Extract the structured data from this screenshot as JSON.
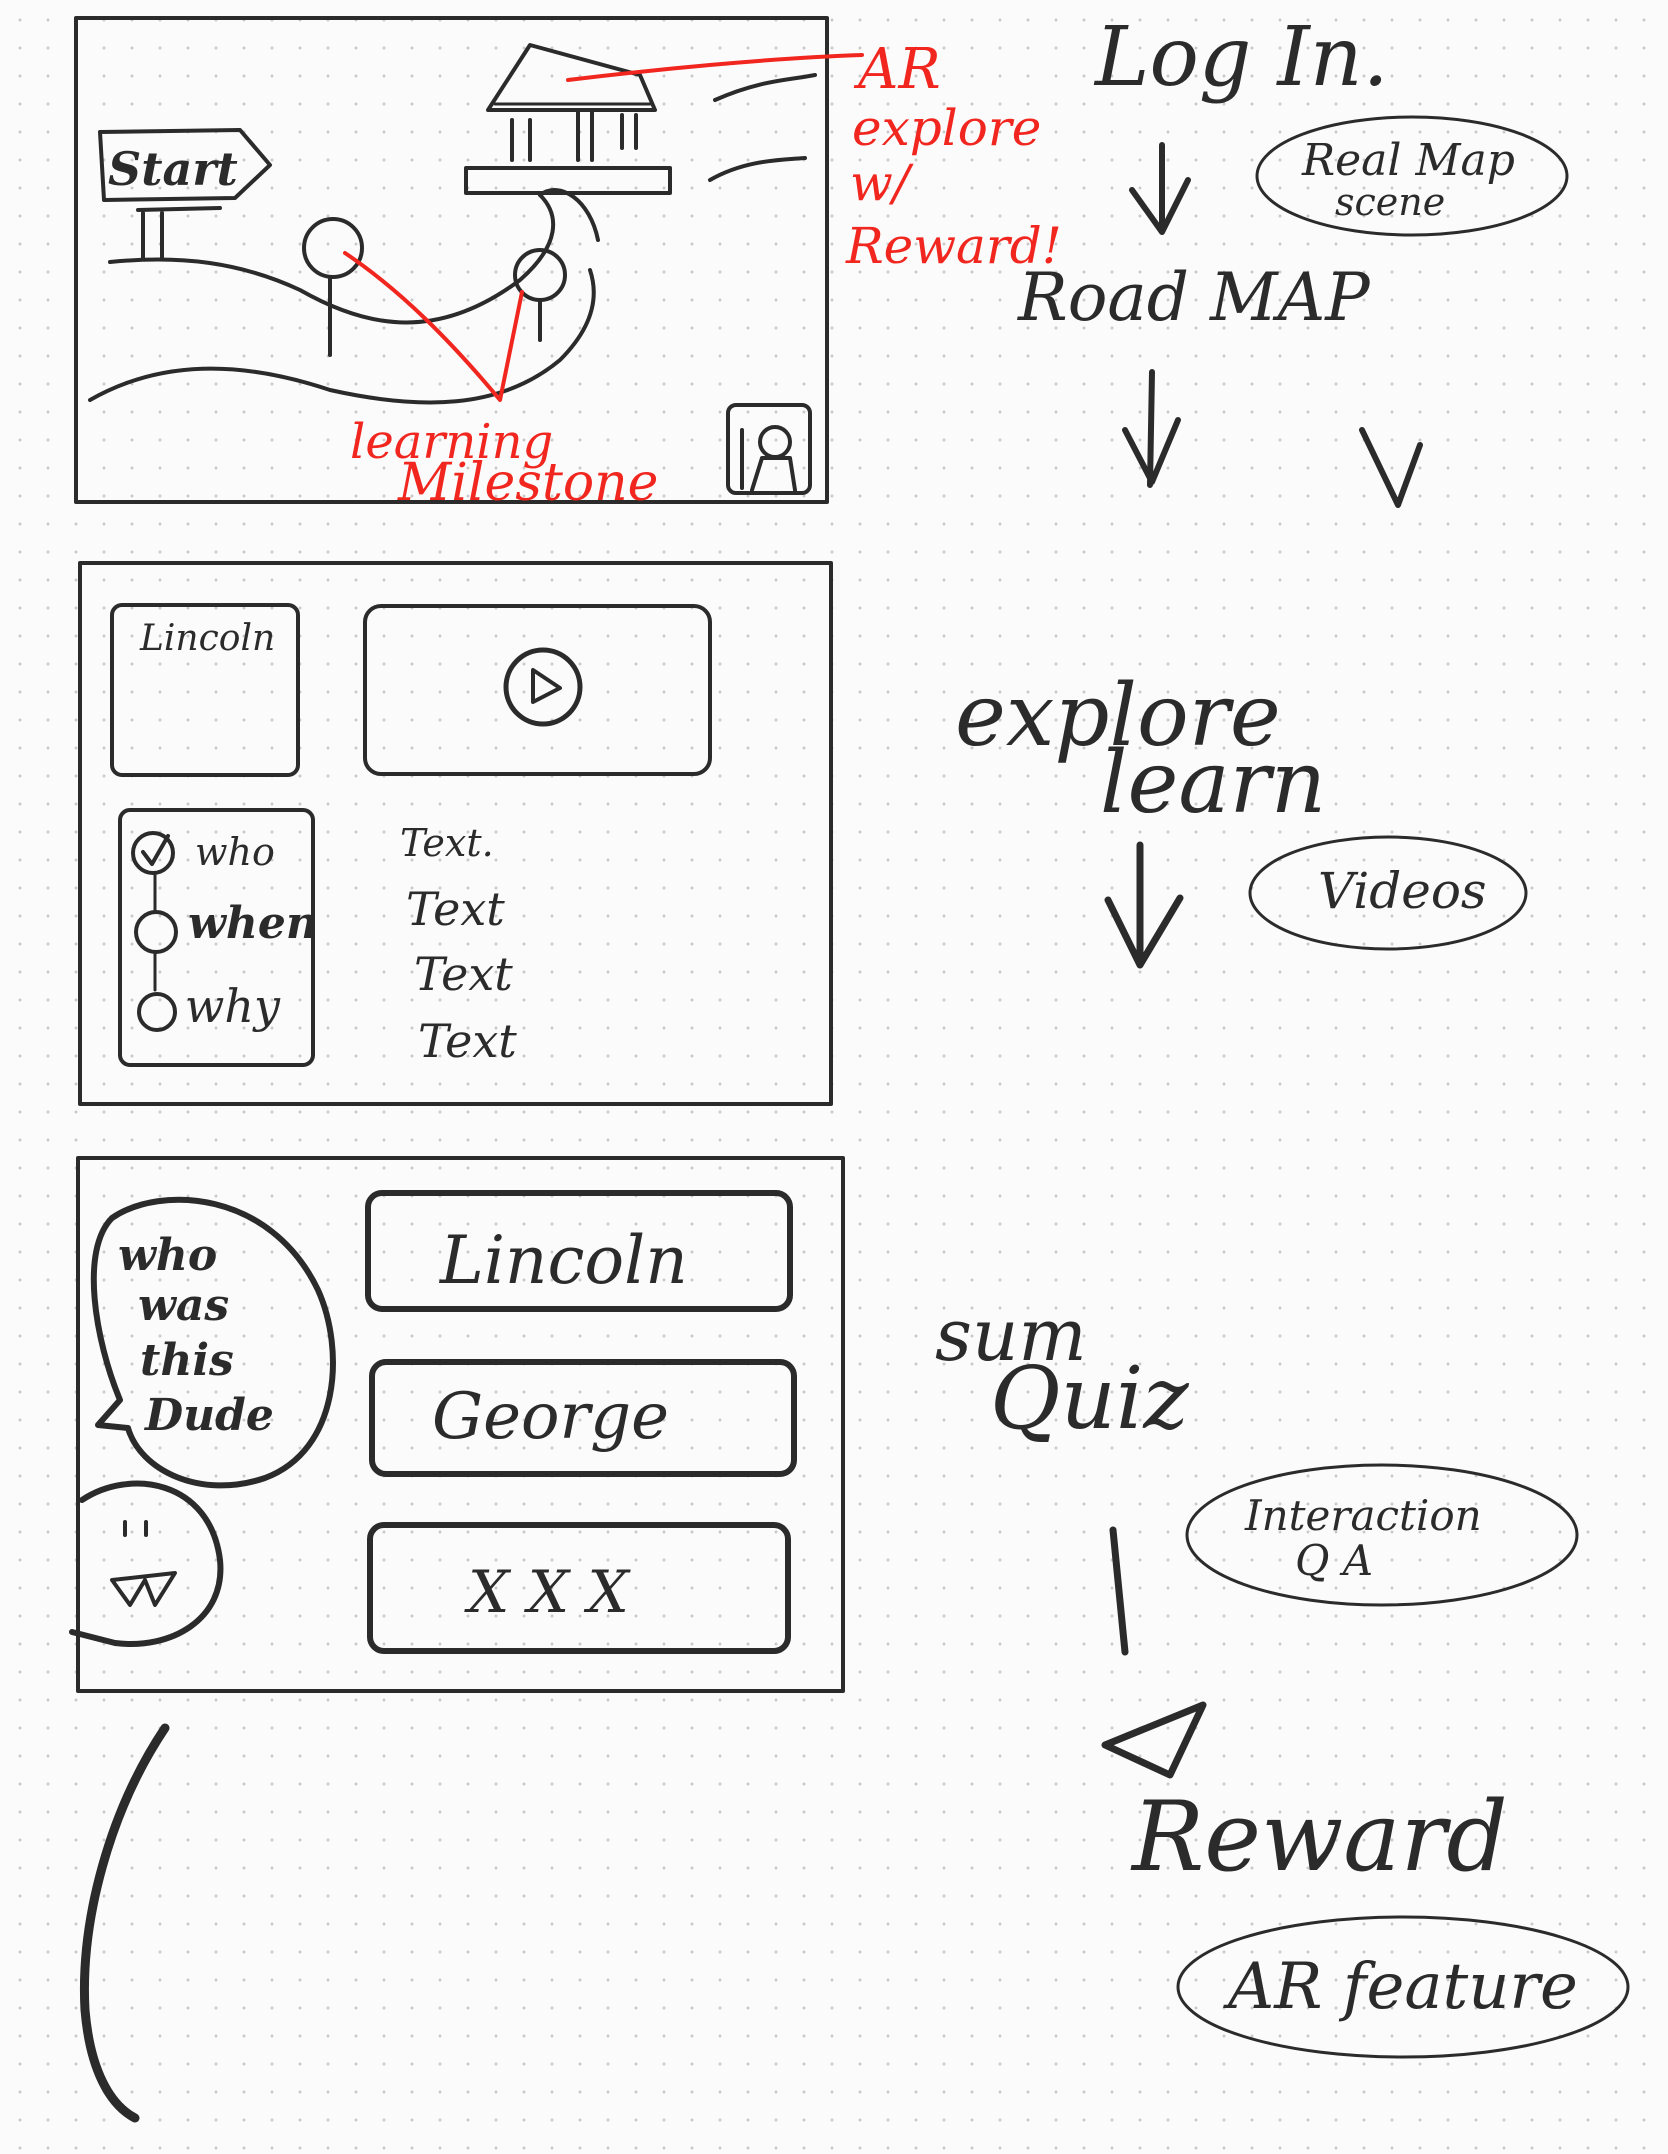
{
  "map_screen": {
    "start_sign": "Start",
    "annotation_ar": [
      "AR",
      "explore",
      "w/",
      "Reward!"
    ],
    "annotation_milestone": [
      "learning",
      "Milestone"
    ]
  },
  "learn_screen": {
    "card_title": "Lincoln",
    "checklist": [
      "who",
      "when",
      "why"
    ],
    "text_lines": [
      "Text.",
      "Text",
      "Text",
      "Text"
    ]
  },
  "quiz_screen": {
    "speech_bubble": [
      "who",
      "was",
      "this",
      "Dude"
    ],
    "answers": [
      "Lincoln",
      "George",
      "X X X"
    ]
  },
  "flow": {
    "login": "Log In.",
    "real_map_note": [
      "Real Map",
      "scene"
    ],
    "roadmap": "Road MAP",
    "explore_learn": [
      "explore",
      "learn"
    ],
    "videos_note": "Videos",
    "sum_quiz": [
      "sum",
      "Quiz"
    ],
    "interaction_note": [
      "Interaction",
      "Q A"
    ],
    "reward": "Reward",
    "ar_note": "AR feature"
  },
  "colors": {
    "ink": "#2b2b2b",
    "annotation_red": "#f0261f",
    "paper": "#fbfbfb",
    "dots": "#c9c9c9"
  }
}
